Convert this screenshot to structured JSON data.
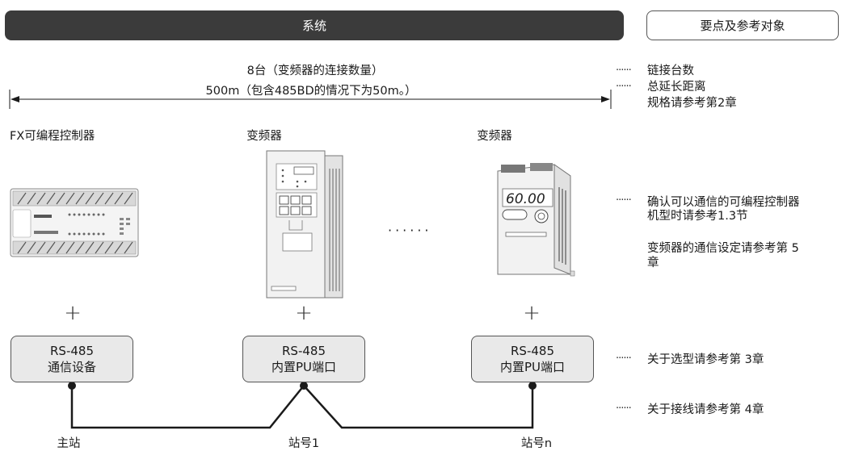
{
  "header": {
    "system_title": "系统",
    "reference_title": "要点及参考对象"
  },
  "span": {
    "count_label": "8台（变频器的连接数量）",
    "distance_label": "500m（包含485BD的情况下为50m。）"
  },
  "devices": [
    {
      "title": "FX可编程控制器",
      "plus": "+",
      "port_line1": "RS-485",
      "port_line2": "通信设备",
      "station": "主站"
    },
    {
      "title": "变频器",
      "plus": "+",
      "port_line1": "RS-485",
      "port_line2": "内置PU端口",
      "station": "站号1"
    },
    {
      "title": "变频器",
      "plus": "+",
      "port_line1": "RS-485",
      "port_line2": "内置PU端口",
      "station": "站号n"
    }
  ],
  "ellipsis": "······",
  "references": {
    "leader": "······",
    "link_count": "链接台数",
    "total_distance": "总延长距离",
    "spec_ref": "规格请参考第2章",
    "plc_model_line1": "确认可以通信的可编程控制器",
    "plc_model_line2": "机型时请参考1.3节",
    "inverter_setting_line1": "变频器的通信设定请参考第 5",
    "inverter_setting_line2": "章",
    "selection": "关于选型请参考第 3章",
    "wiring": "关于接线请参考第 4章"
  },
  "inverter_display": "60.00",
  "colors": {
    "header_bg": "#3b3b3b",
    "box_bg": "#e9e9e9",
    "line": "#1a1a1a"
  }
}
